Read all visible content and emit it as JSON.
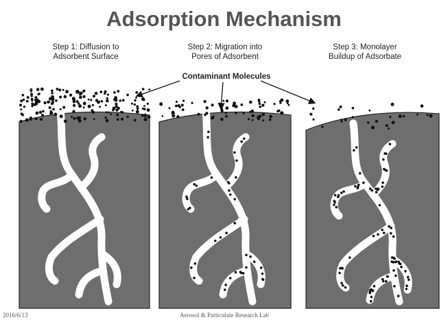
{
  "title": "Adsorption Mechanism",
  "steps": [
    {
      "line1": "Step 1: Diffusion to",
      "line2": "Adsorbent Surface"
    },
    {
      "line1": "Step 2: Migration into",
      "line2": "Pores of Adsorbent"
    },
    {
      "line1": "Step 3: Monolayer",
      "line2": "Buildup of Adsorbate"
    }
  ],
  "callout": "Contaminant Molecules",
  "footer": {
    "date": "2016/6/13",
    "lab": "Aerosol & Particulate Research Lab"
  },
  "colors": {
    "adsorbent": "#6e6e6e",
    "pore": "#ffffff",
    "molecule": "#111111",
    "title": "#555555"
  }
}
